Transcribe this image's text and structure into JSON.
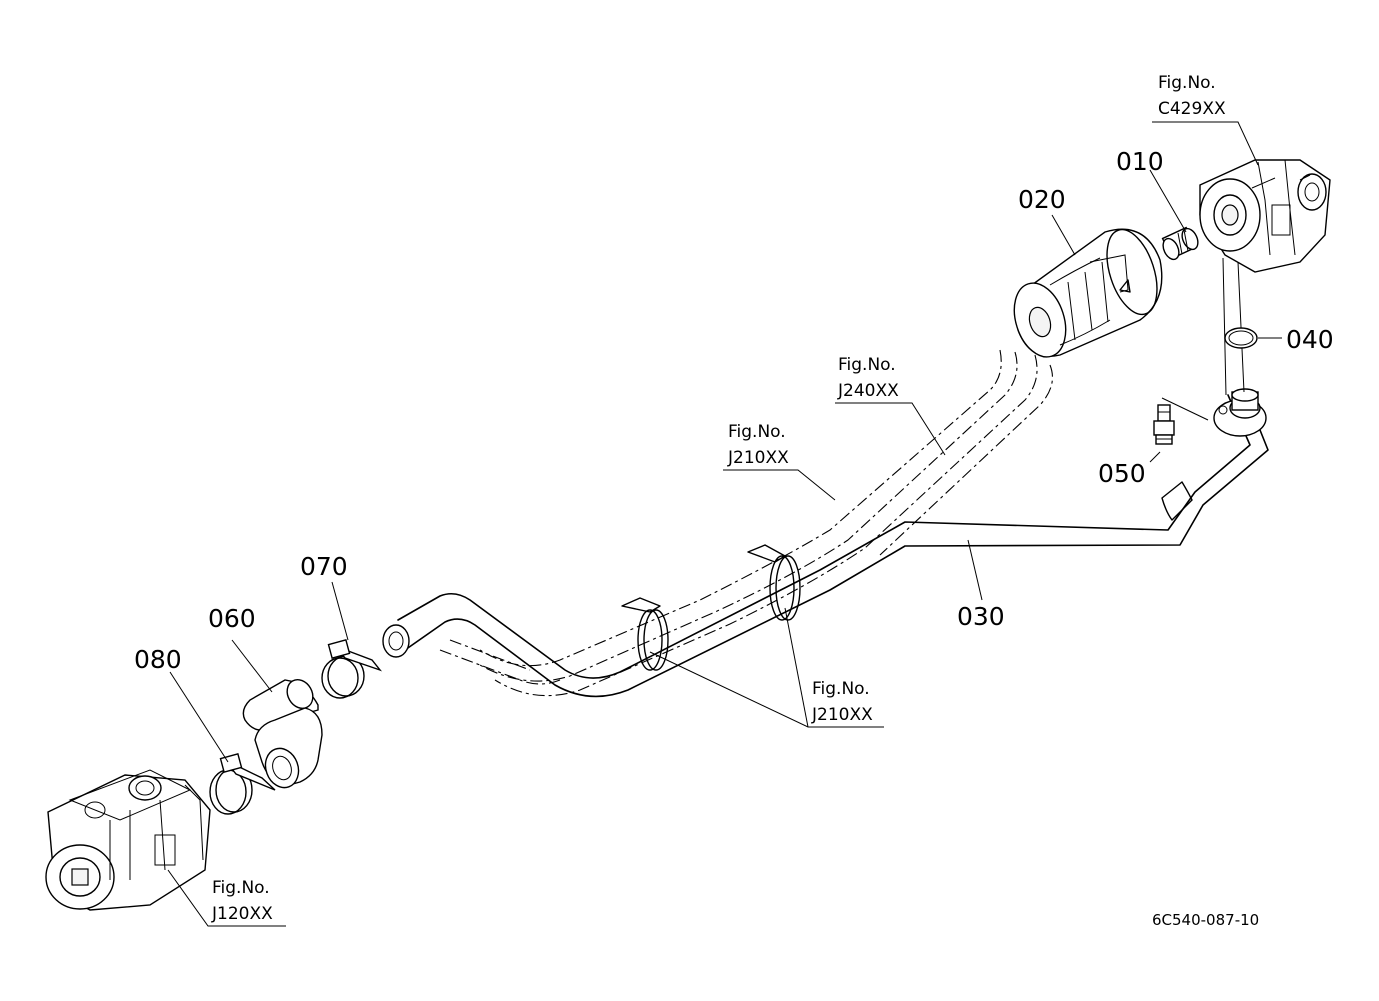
{
  "parts": {
    "p010": "010",
    "p020": "020",
    "p030": "030",
    "p040": "040",
    "p050": "050",
    "p060": "060",
    "p070": "070",
    "p080": "080"
  },
  "figure_refs": {
    "c429": {
      "line1": "Fig.No.",
      "line2": "C429XX"
    },
    "j240": {
      "line1": "Fig.No.",
      "line2": "J240XX"
    },
    "j210_top": {
      "line1": "Fig.No.",
      "line2": "J210XX"
    },
    "j210_bottom": {
      "line1": "Fig.No.",
      "line2": "J210XX"
    },
    "j120": {
      "line1": "Fig.No.",
      "line2": "J120XX"
    }
  },
  "drawing_code": "6C540-087-10"
}
